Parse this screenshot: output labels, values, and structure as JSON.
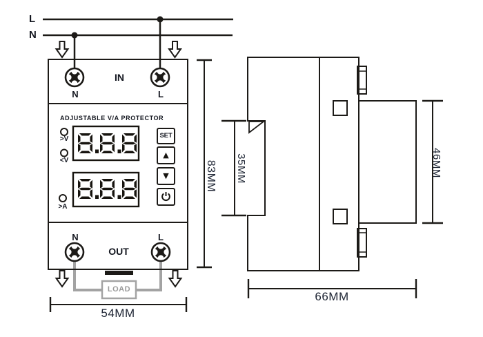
{
  "wiring": {
    "live_label": "L",
    "neutral_label": "N"
  },
  "front_view": {
    "in_section": {
      "label": "IN",
      "left_terminal_label": "N",
      "right_terminal_label": "L"
    },
    "panel": {
      "title": "ADJUSTABLE V/A PROTECTOR",
      "indicators": [
        {
          "label": ">V"
        },
        {
          "label": "<V"
        },
        {
          "label": ">A"
        }
      ],
      "displays": [
        {
          "value": "8.8.8"
        },
        {
          "value": "8.8.8"
        }
      ],
      "buttons": {
        "set": "SET",
        "up": "▲",
        "down": "▼",
        "power_icon": "power-symbol"
      }
    },
    "out_section": {
      "label": "OUT",
      "left_terminal_label": "N",
      "right_terminal_label": "L"
    },
    "load_label": "LOAD"
  },
  "dimensions": {
    "front_width": "54MM",
    "front_height": "83MM",
    "side_depth": "66MM",
    "din_rail_height": "35MM",
    "front_panel_height": "46MM"
  },
  "colors": {
    "line": "#1c1a17",
    "text": "#13161f",
    "dim_text": "#1d2433",
    "gray_wire": "#a3a3a3",
    "gray_text": "#9a9a9a",
    "display_segment": "#17140f",
    "background": "#ffffff"
  }
}
